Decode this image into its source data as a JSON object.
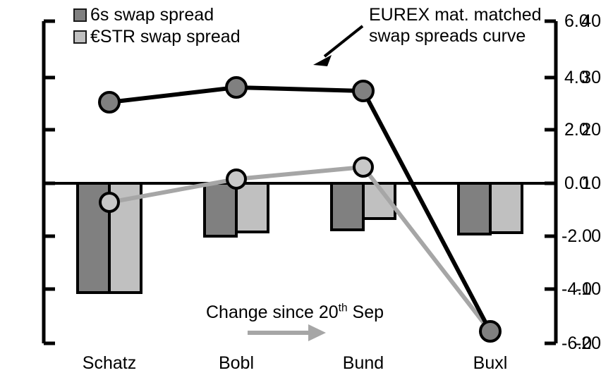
{
  "chart_data": {
    "type": "bar",
    "title": "",
    "categories": [
      "Schatz",
      "Bobl",
      "Bund",
      "Buxl"
    ],
    "series": [
      {
        "name": "6s swap spread",
        "type": "bar",
        "axis": "right",
        "color": "#808080",
        "values": [
          -4.1,
          -1.95,
          -1.7,
          -1.9
        ]
      },
      {
        "name": "€STR swap spread",
        "type": "bar",
        "axis": "right",
        "color": "#c0c0c0",
        "values": [
          -4.1,
          -1.85,
          -1.3,
          -1.85
        ]
      },
      {
        "name": "EUREX mat. matched swap spreads curve",
        "type": "line",
        "axis": "left",
        "color": "#000000",
        "values": [
          24.6,
          28.0,
          27.3,
          -18.0
        ]
      },
      {
        "name": "Change since 20th Sep",
        "type": "line",
        "axis": "right",
        "color": "#a6a6a6",
        "values": [
          -0.5,
          0.05,
          0.55,
          -6.0
        ]
      }
    ],
    "left_axis": {
      "ticks": [
        "40",
        "30",
        "20",
        "10",
        "0",
        "-10",
        "-20"
      ],
      "ylim": [
        -20,
        40
      ],
      "label": ""
    },
    "right_axis": {
      "ticks": [
        "6.0",
        "4.0",
        "2.0",
        "0.0",
        "-2.0",
        "-4.0",
        "-6.0"
      ],
      "ylim": [
        -6.0,
        6.0
      ],
      "label": ""
    },
    "grid": false,
    "zero_line_left_value": 10,
    "zero_line_right_value": 0.0,
    "legend_position": "top-left"
  },
  "legend": {
    "items": [
      {
        "label": "6s swap spread",
        "swatch": "#808080"
      },
      {
        "label": "€STR swap spread",
        "swatch": "#c0c0c0"
      }
    ]
  },
  "annotations": {
    "curve_note_line1": "EUREX mat. matched",
    "curve_note_line2": "swap spreads curve",
    "change_note_prefix": "Change since 20",
    "change_note_sup": "th",
    "change_note_suffix": " Sep"
  },
  "axes": {
    "left_ticks": [
      "40",
      "30",
      "20",
      "10",
      "0",
      "-10",
      "-20"
    ],
    "right_ticks": [
      "6.0",
      "4.0",
      "2.0",
      "0.0",
      "-2.0",
      "-4.0",
      "-6.0"
    ],
    "categories": [
      "Schatz",
      "Bobl",
      "Bund",
      "Buxl"
    ]
  },
  "colors": {
    "bar_dark": "#808080",
    "bar_light": "#c0c0c0",
    "line_black": "#000000",
    "line_gray": "#a6a6a6",
    "marker_fill": "#808080",
    "marker_fill_light": "#b3b3b3"
  }
}
